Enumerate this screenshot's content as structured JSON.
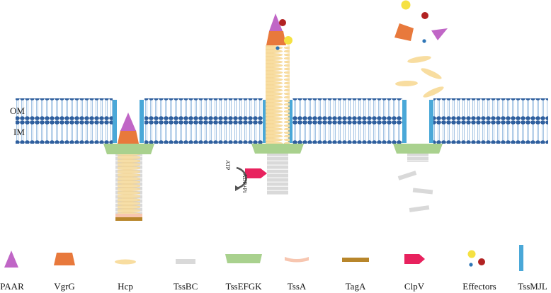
{
  "membrane_labels": {
    "outer": "OM",
    "inner": "IM"
  },
  "atp_cycle": {
    "atp": "ATP",
    "adp": "ADP+Pi"
  },
  "legend": [
    {
      "key": "paar",
      "label": "PAAR"
    },
    {
      "key": "vgrg",
      "label": "VgrG"
    },
    {
      "key": "hcp",
      "label": "Hcp"
    },
    {
      "key": "tssbc",
      "label": "TssBC"
    },
    {
      "key": "tssefgk",
      "label": "TssEFGK"
    },
    {
      "key": "tssa",
      "label": "TssA"
    },
    {
      "key": "taga",
      "label": "TagA"
    },
    {
      "key": "clpv",
      "label": "ClpV"
    },
    {
      "key": "effectors",
      "label": "Effectors"
    },
    {
      "key": "tssmjl",
      "label": "TssMJL"
    }
  ],
  "colors": {
    "paar": "#c066c6",
    "vgrg": "#e8793c",
    "hcp": "#f8dda0",
    "tssbc": "#d8d8d8",
    "tssefgk": "#a9d18e",
    "tssa": "#f7c6b0",
    "taga": "#b8862b",
    "clpv": "#e8225e",
    "effector_yellow": "#f5e142",
    "effector_red": "#b22222",
    "effector_blue": "#2e75b6",
    "tssmjl": "#4aa8d8",
    "lipid_head": "#2f5f9e",
    "lipid_tail": "#8fb6dd"
  }
}
